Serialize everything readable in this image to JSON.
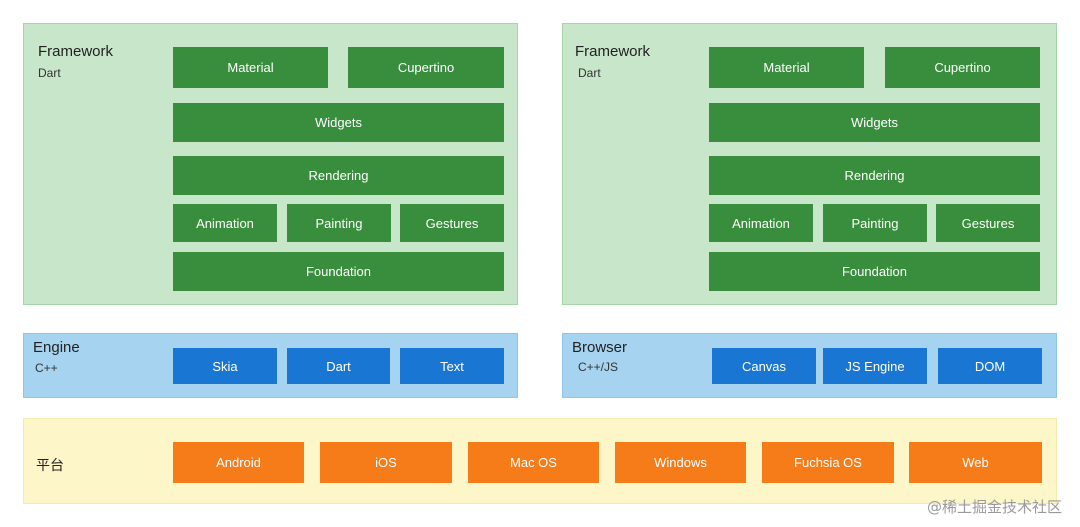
{
  "framework_left": {
    "title": "Framework",
    "subtitle": "Dart",
    "material": "Material",
    "cupertino": "Cupertino",
    "widgets": "Widgets",
    "rendering": "Rendering",
    "animation": "Animation",
    "painting": "Painting",
    "gestures": "Gestures",
    "foundation": "Foundation"
  },
  "framework_right": {
    "title": "Framework",
    "subtitle": "Dart",
    "material": "Material",
    "cupertino": "Cupertino",
    "widgets": "Widgets",
    "rendering": "Rendering",
    "animation": "Animation",
    "painting": "Painting",
    "gestures": "Gestures",
    "foundation": "Foundation"
  },
  "engine": {
    "title": "Engine",
    "subtitle": "C++",
    "items": [
      "Skia",
      "Dart",
      "Text"
    ]
  },
  "browser": {
    "title": "Browser",
    "subtitle": "C++/JS",
    "items": [
      "Canvas",
      "JS Engine",
      "DOM"
    ]
  },
  "platform": {
    "title": "平台",
    "items": [
      "Android",
      "iOS",
      "Mac OS",
      "Windows",
      "Fuchsia OS",
      "Web"
    ]
  },
  "watermark": "@稀土掘金技术社区",
  "colors": {
    "framework_panel": "#c8e6c9",
    "framework_box": "#388e3c",
    "engine_panel": "#a6d3f0",
    "engine_box": "#1976d2",
    "platform_panel": "#fdf6c8",
    "platform_box": "#f57c18"
  }
}
